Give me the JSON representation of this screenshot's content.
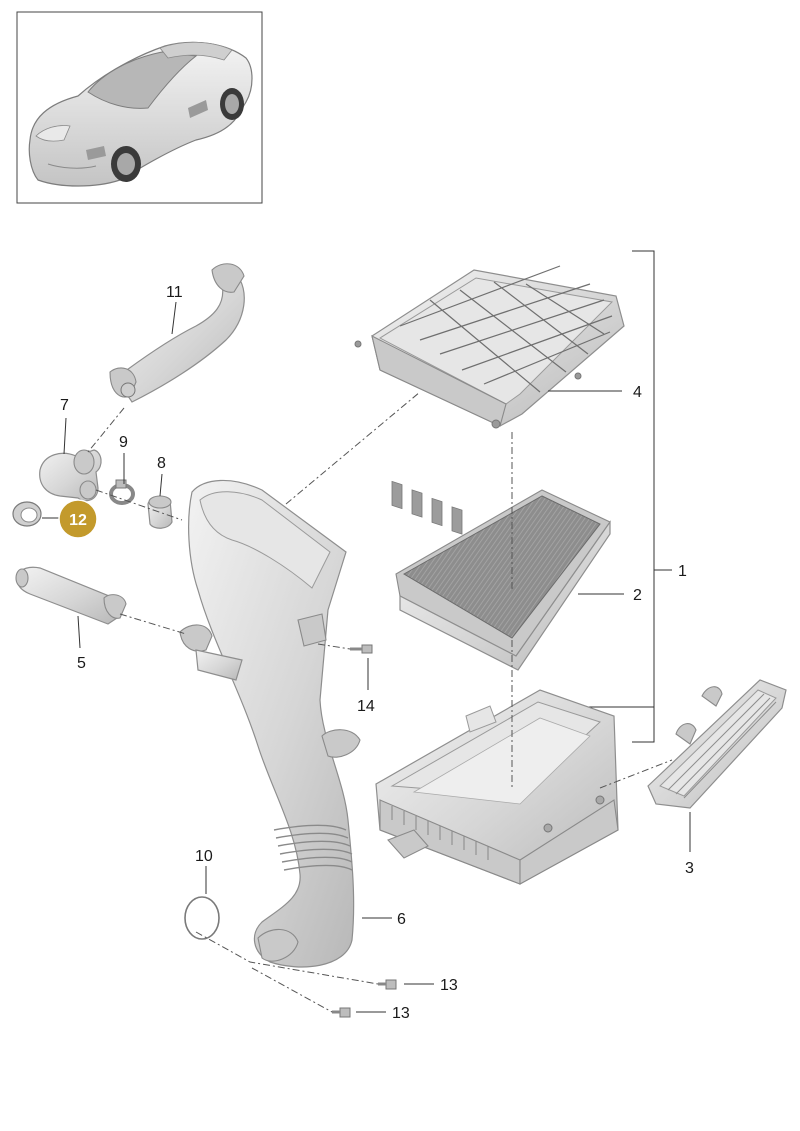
{
  "labels": {
    "p1": "1",
    "p2": "2",
    "p3": "3",
    "p4": "4",
    "p5": "5",
    "p6": "6",
    "p7": "7",
    "p8": "8",
    "p9": "9",
    "p10": "10",
    "p11": "11",
    "p12": "12",
    "p13a": "13",
    "p13b": "13",
    "p14": "14"
  },
  "colors": {
    "highlight_badge": "#c39a2c",
    "badge_text": "#ffffff",
    "part_fill": "#d9d9d9",
    "line": "#333333"
  },
  "icons": {
    "vehicle": "sports-car-icon"
  }
}
